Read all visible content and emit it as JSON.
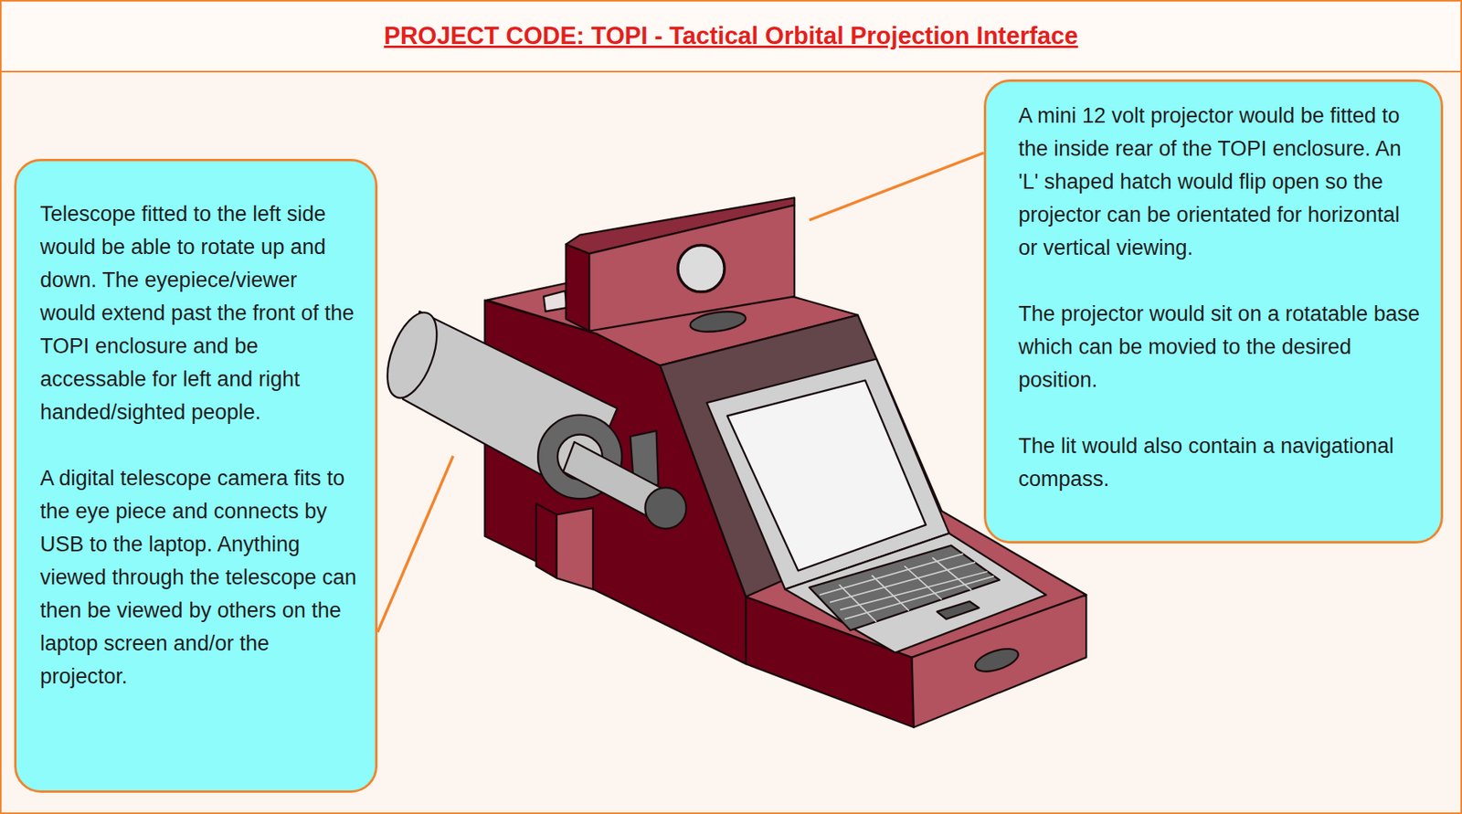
{
  "diagram": {
    "title": "PROJECT CODE: TOPI - Tactical Orbital Projection Interface",
    "nodes": [
      {
        "text": [
          "Telescope fitted to the left side would be able to rotate up and down. The eyepiece/viewer would extend past the front of the TOPI enclosure and be accessable for left and right handed/sighted people.",
          "A digital telescope camera fits to the eye piece and connects by USB to the laptop. Anything viewed through the telescope can then be viewed by others on the laptop screen and/or the projector."
        ]
      },
      {
        "text": [
          "A mini 12 volt projector would be fitted to the inside rear of the TOPI enclosure. An 'L' shaped hatch would flip open so the projector can be orientated for horizontal or vertical viewing.",
          "The projector would sit on a rotatable base which can be movied to the desired position.",
          "The lit would also contain a navigational compass."
        ]
      }
    ]
  }
}
